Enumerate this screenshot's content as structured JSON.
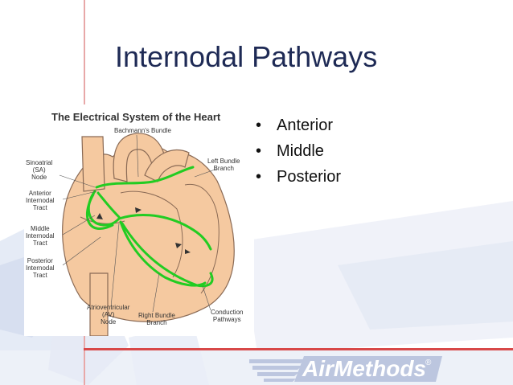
{
  "slide": {
    "title": "Internodal Pathways",
    "bullets": [
      "Anterior",
      "Middle",
      "Posterior"
    ]
  },
  "figure": {
    "title": "The Electrical System of the Heart",
    "labels": {
      "bachmann": "Bachmann's Bundle",
      "sa_node": "Sinoatrial\n(SA)\nNode",
      "anterior": "Anterior\nInternodal\nTract",
      "middle": "Middle\nInternodal\nTract",
      "posterior": "Posterior\nInternodal\nTract",
      "av_node": "Atrioventricular\n(AV)\nNode",
      "right_bundle": "Right Bundle\nBranch",
      "left_bundle": "Left Bundle\nBranch",
      "conduction": "Conduction\nPathways"
    }
  },
  "logo": {
    "text": "AirMethods",
    "reg": "®"
  },
  "colors": {
    "title": "#1e2a55",
    "accent": "#d84848",
    "heart": "#f5c9a0",
    "pathway": "#22cc22"
  }
}
